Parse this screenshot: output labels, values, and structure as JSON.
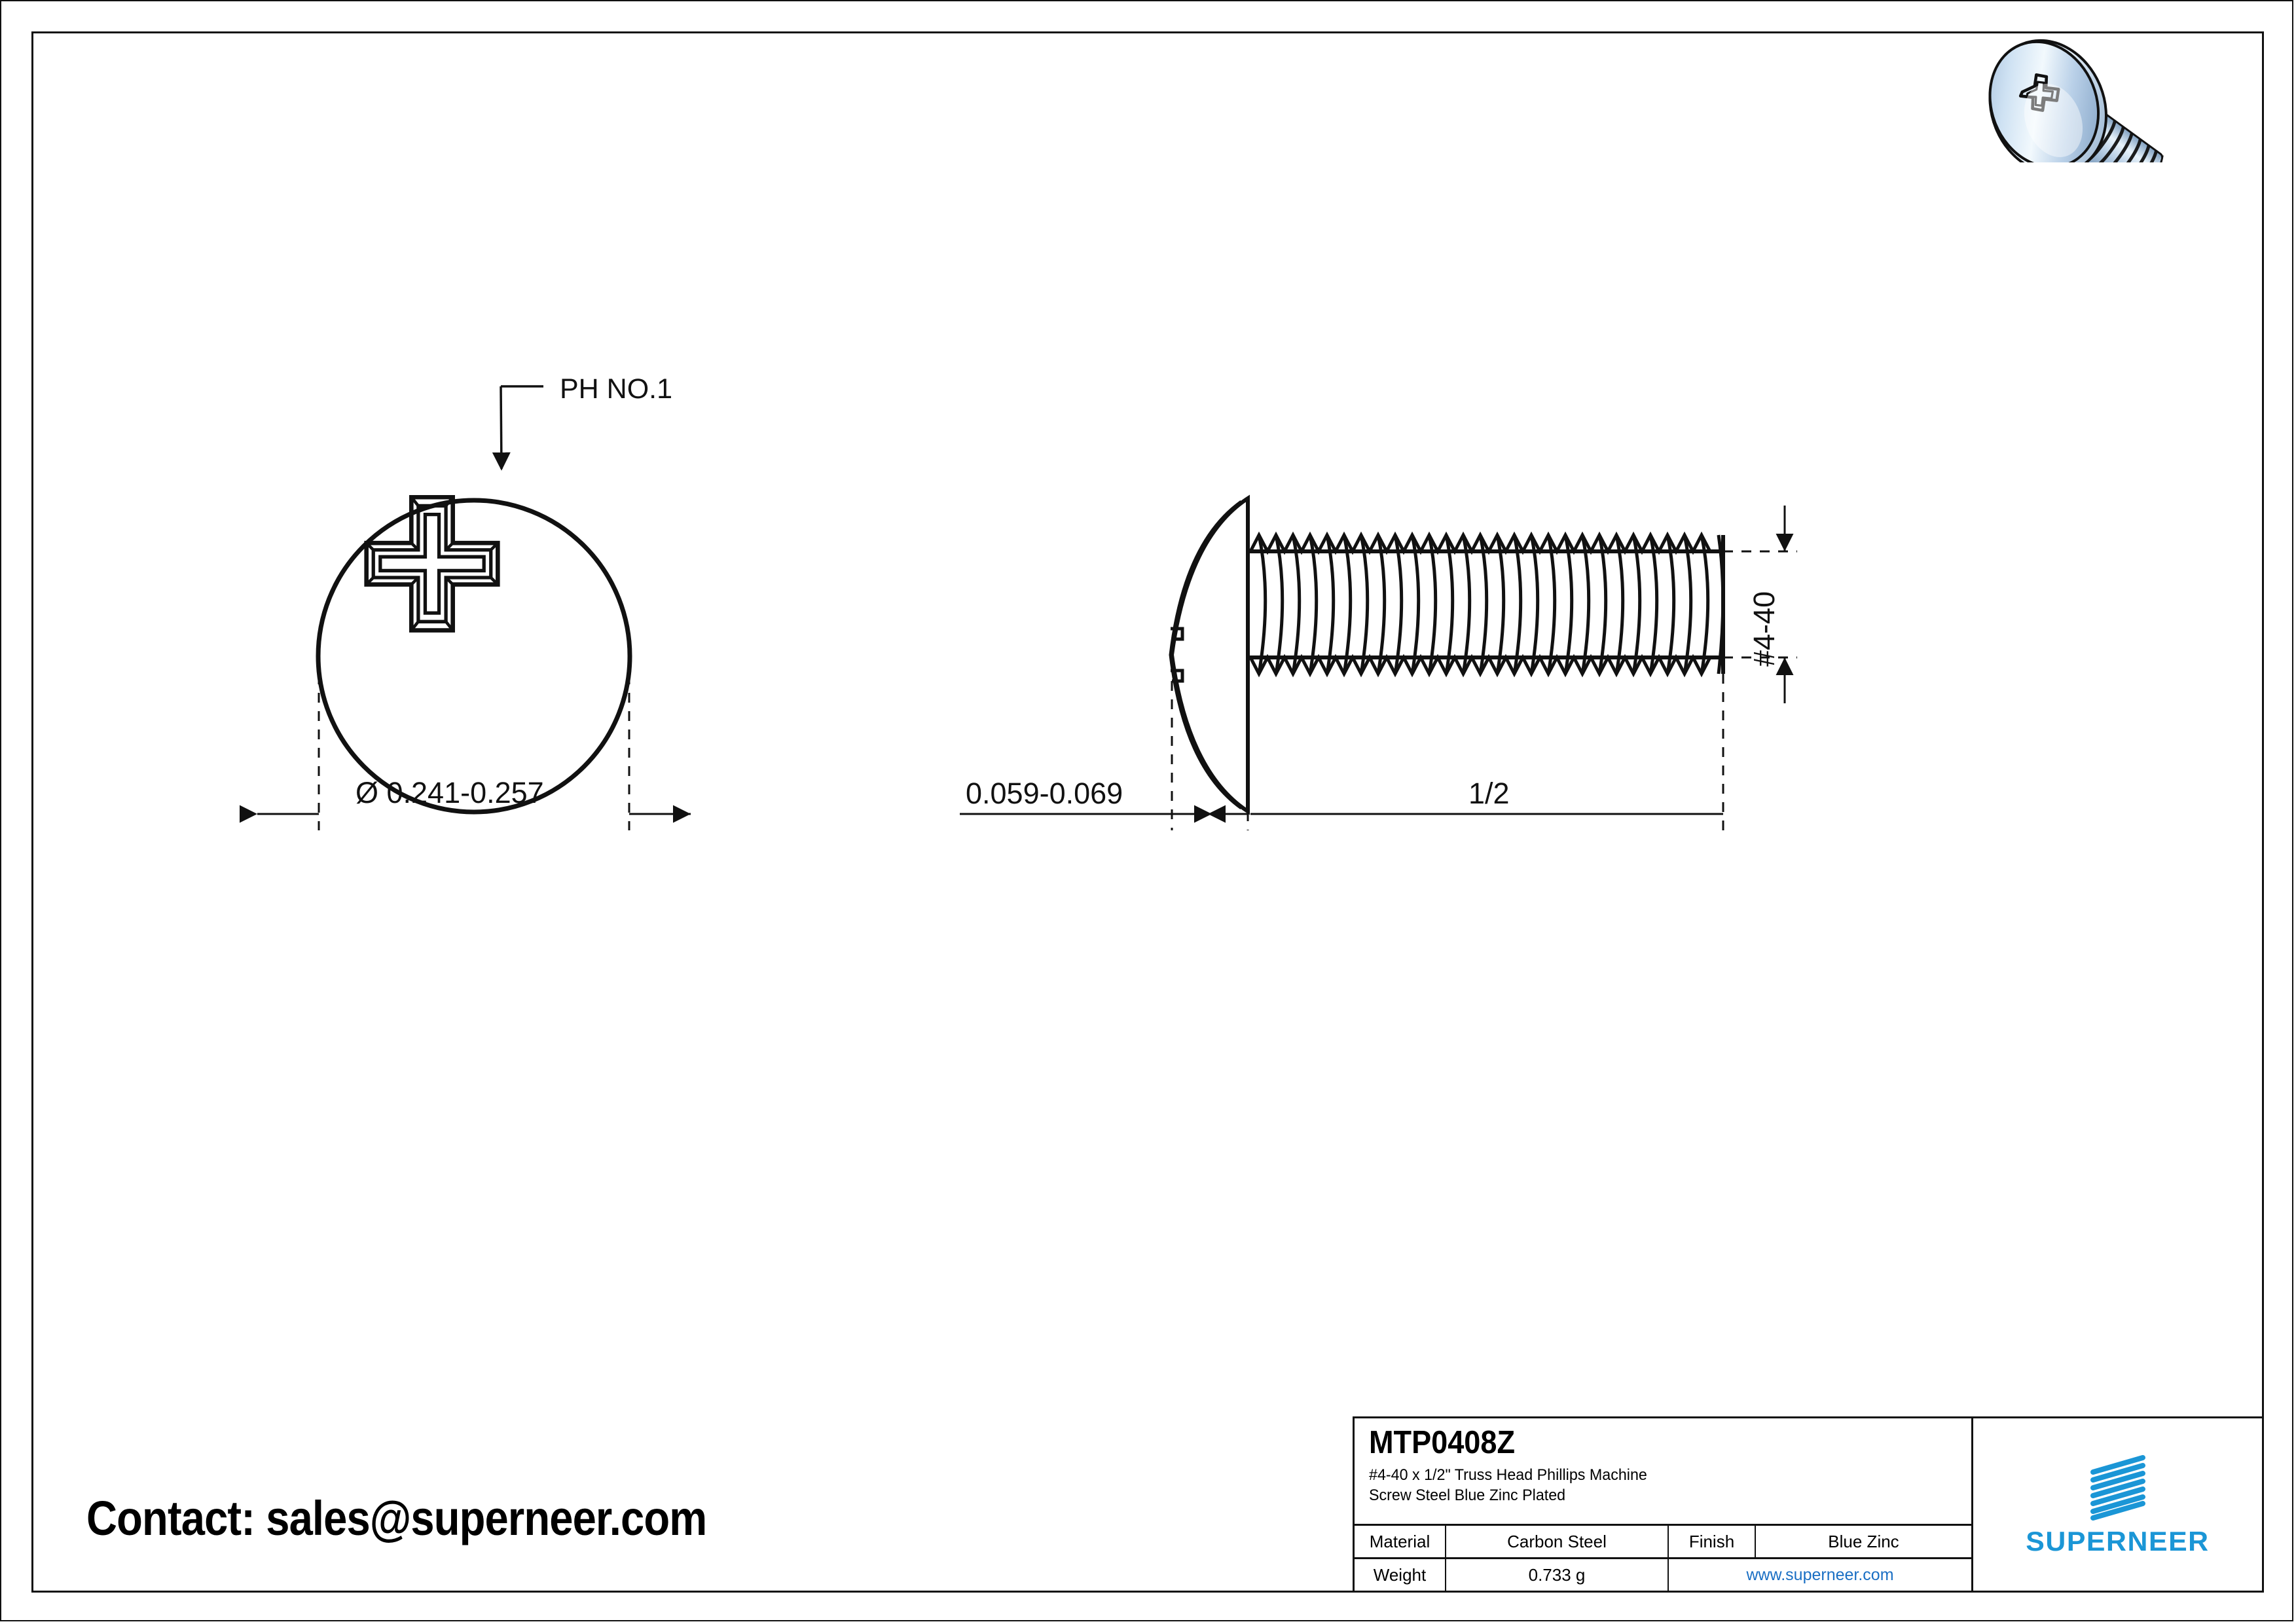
{
  "sheet": {
    "contact_text": "Contact: sales@superneer.com"
  },
  "views": {
    "front": {
      "callout_label": "PH NO.1",
      "diameter_dimension": "Ø 0.241-0.257"
    },
    "side": {
      "head_height_dimension": "0.059-0.069",
      "length_dimension": "1/2",
      "thread_spec_dimension": "#4-40"
    }
  },
  "title_block": {
    "part_number": "MTP0408Z",
    "description": "#4-40 x 1/2\" Truss Head Phillips Machine\nScrew Steel Blue Zinc Plated",
    "material_label": "Material",
    "material_value": "Carbon Steel",
    "finish_label": "Finish",
    "finish_value": "Blue Zinc",
    "weight_label": "Weight",
    "weight_value": "0.733 g",
    "website": "www.superneer.com",
    "brand_name": "SUPERNEER"
  },
  "colors": {
    "brand_blue": "#1b96d6",
    "link_blue": "#1a6fc4",
    "line_black": "#111111",
    "zinc_light": "#eaf4fb",
    "zinc_mid": "#9db8d6"
  }
}
